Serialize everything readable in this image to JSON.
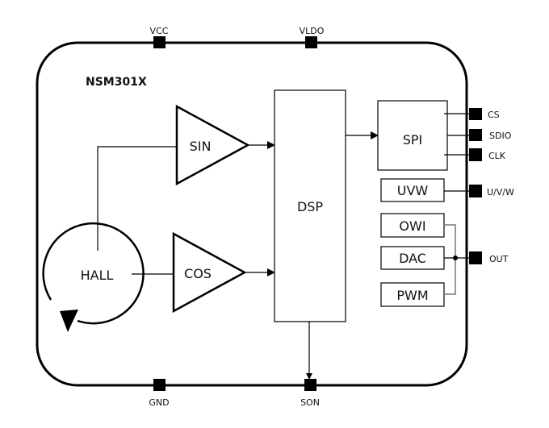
{
  "chip": {
    "name": "NSM301X",
    "stroke_color": "#000000",
    "background": "#ffffff"
  },
  "pins": {
    "top": [
      {
        "label": "VCC"
      },
      {
        "label": "VLDO"
      }
    ],
    "bottom": [
      {
        "label": "GND"
      },
      {
        "label": "SON"
      }
    ],
    "right": [
      {
        "label": "CS"
      },
      {
        "label": "SDIO"
      },
      {
        "label": "CLK"
      },
      {
        "label": "U/V/W"
      },
      {
        "label": "OUT"
      }
    ]
  },
  "blocks": {
    "hall": {
      "label": "HALL"
    },
    "sin_amp": {
      "label": "SIN"
    },
    "cos_amp": {
      "label": "COS"
    },
    "dsp": {
      "label": "DSP"
    },
    "spi": {
      "label": "SPI"
    },
    "uvw": {
      "label": "UVW"
    },
    "owi": {
      "label": "OWI"
    },
    "dac": {
      "label": "DAC"
    },
    "pwm": {
      "label": "PWM"
    }
  }
}
